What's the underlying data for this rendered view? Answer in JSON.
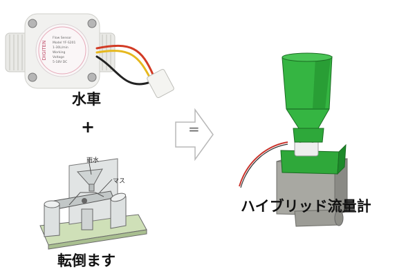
{
  "labels": {
    "waterwheel": "水車",
    "plus": "+",
    "equals": "=",
    "tipping_bucket": "転倒ます",
    "hybrid_meter": "ハイブリッド流量計",
    "rain": "雨水",
    "mass": "マス"
  },
  "sensor_print": {
    "brand": "DIGITEN",
    "lines": [
      "Flow Sensor",
      "Model YF-S201",
      "1-30L/min",
      "Working",
      "Voltage",
      "5-18V DC"
    ]
  }
}
